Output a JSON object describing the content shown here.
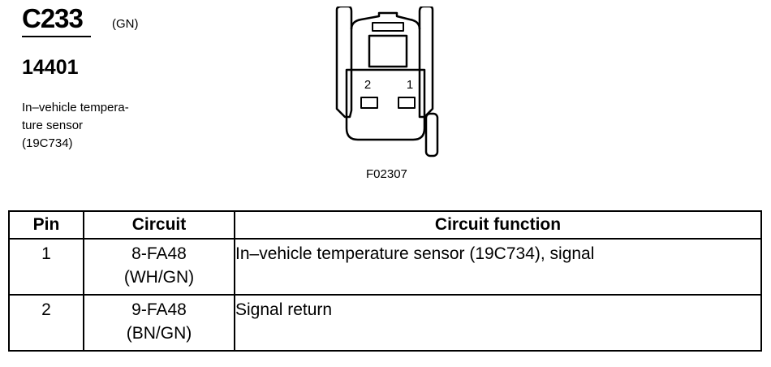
{
  "connector": {
    "code": "C233",
    "color": "(GN)",
    "part_number": "14401",
    "description_lines": [
      "In–vehicle tempera-",
      "ture sensor",
      "(19C734)"
    ],
    "figure_id": "F02307",
    "pin_labels": [
      "2",
      "1"
    ]
  },
  "table": {
    "headers": [
      "Pin",
      "Circuit",
      "Circuit function"
    ],
    "rows": [
      {
        "pin": "1",
        "circuit": "8-FA48",
        "wire_color": "(WH/GN)",
        "function": "In–vehicle temperature sensor (19C734), signal"
      },
      {
        "pin": "2",
        "circuit": "9-FA48",
        "wire_color": "(BN/GN)",
        "function": "Signal return"
      }
    ]
  }
}
